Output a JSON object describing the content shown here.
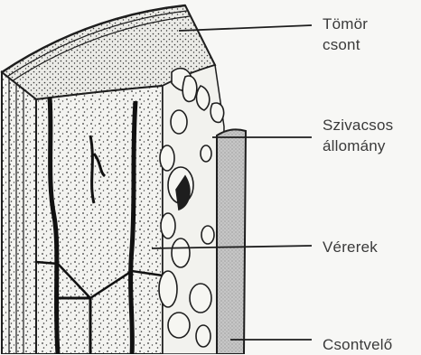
{
  "labels": {
    "tomor_csont": "Tömör\ncsont",
    "szivacsos_allomany": "Szivacsos\nállomány",
    "vererek": "Vérerek",
    "csontvelo": "Csontvelő"
  },
  "colors": {
    "background": "#f7f7f5",
    "ink": "#1e1e1e",
    "label_text": "#3a3a3a",
    "marrow_fill": "#c9c9c9"
  }
}
